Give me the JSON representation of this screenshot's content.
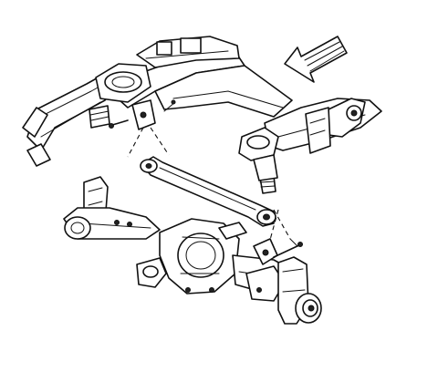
{
  "diagram": {
    "components": [
      {
        "id": "frame",
        "icon": "vehicle-frame-icon"
      },
      {
        "id": "direction-arrow",
        "icon": "arrow-icon"
      },
      {
        "id": "track-bar",
        "icon": "track-bar-icon"
      },
      {
        "id": "front-axle",
        "icon": "axle-assembly-icon"
      },
      {
        "id": "bolts",
        "icon": "bolt-icon"
      }
    ]
  }
}
